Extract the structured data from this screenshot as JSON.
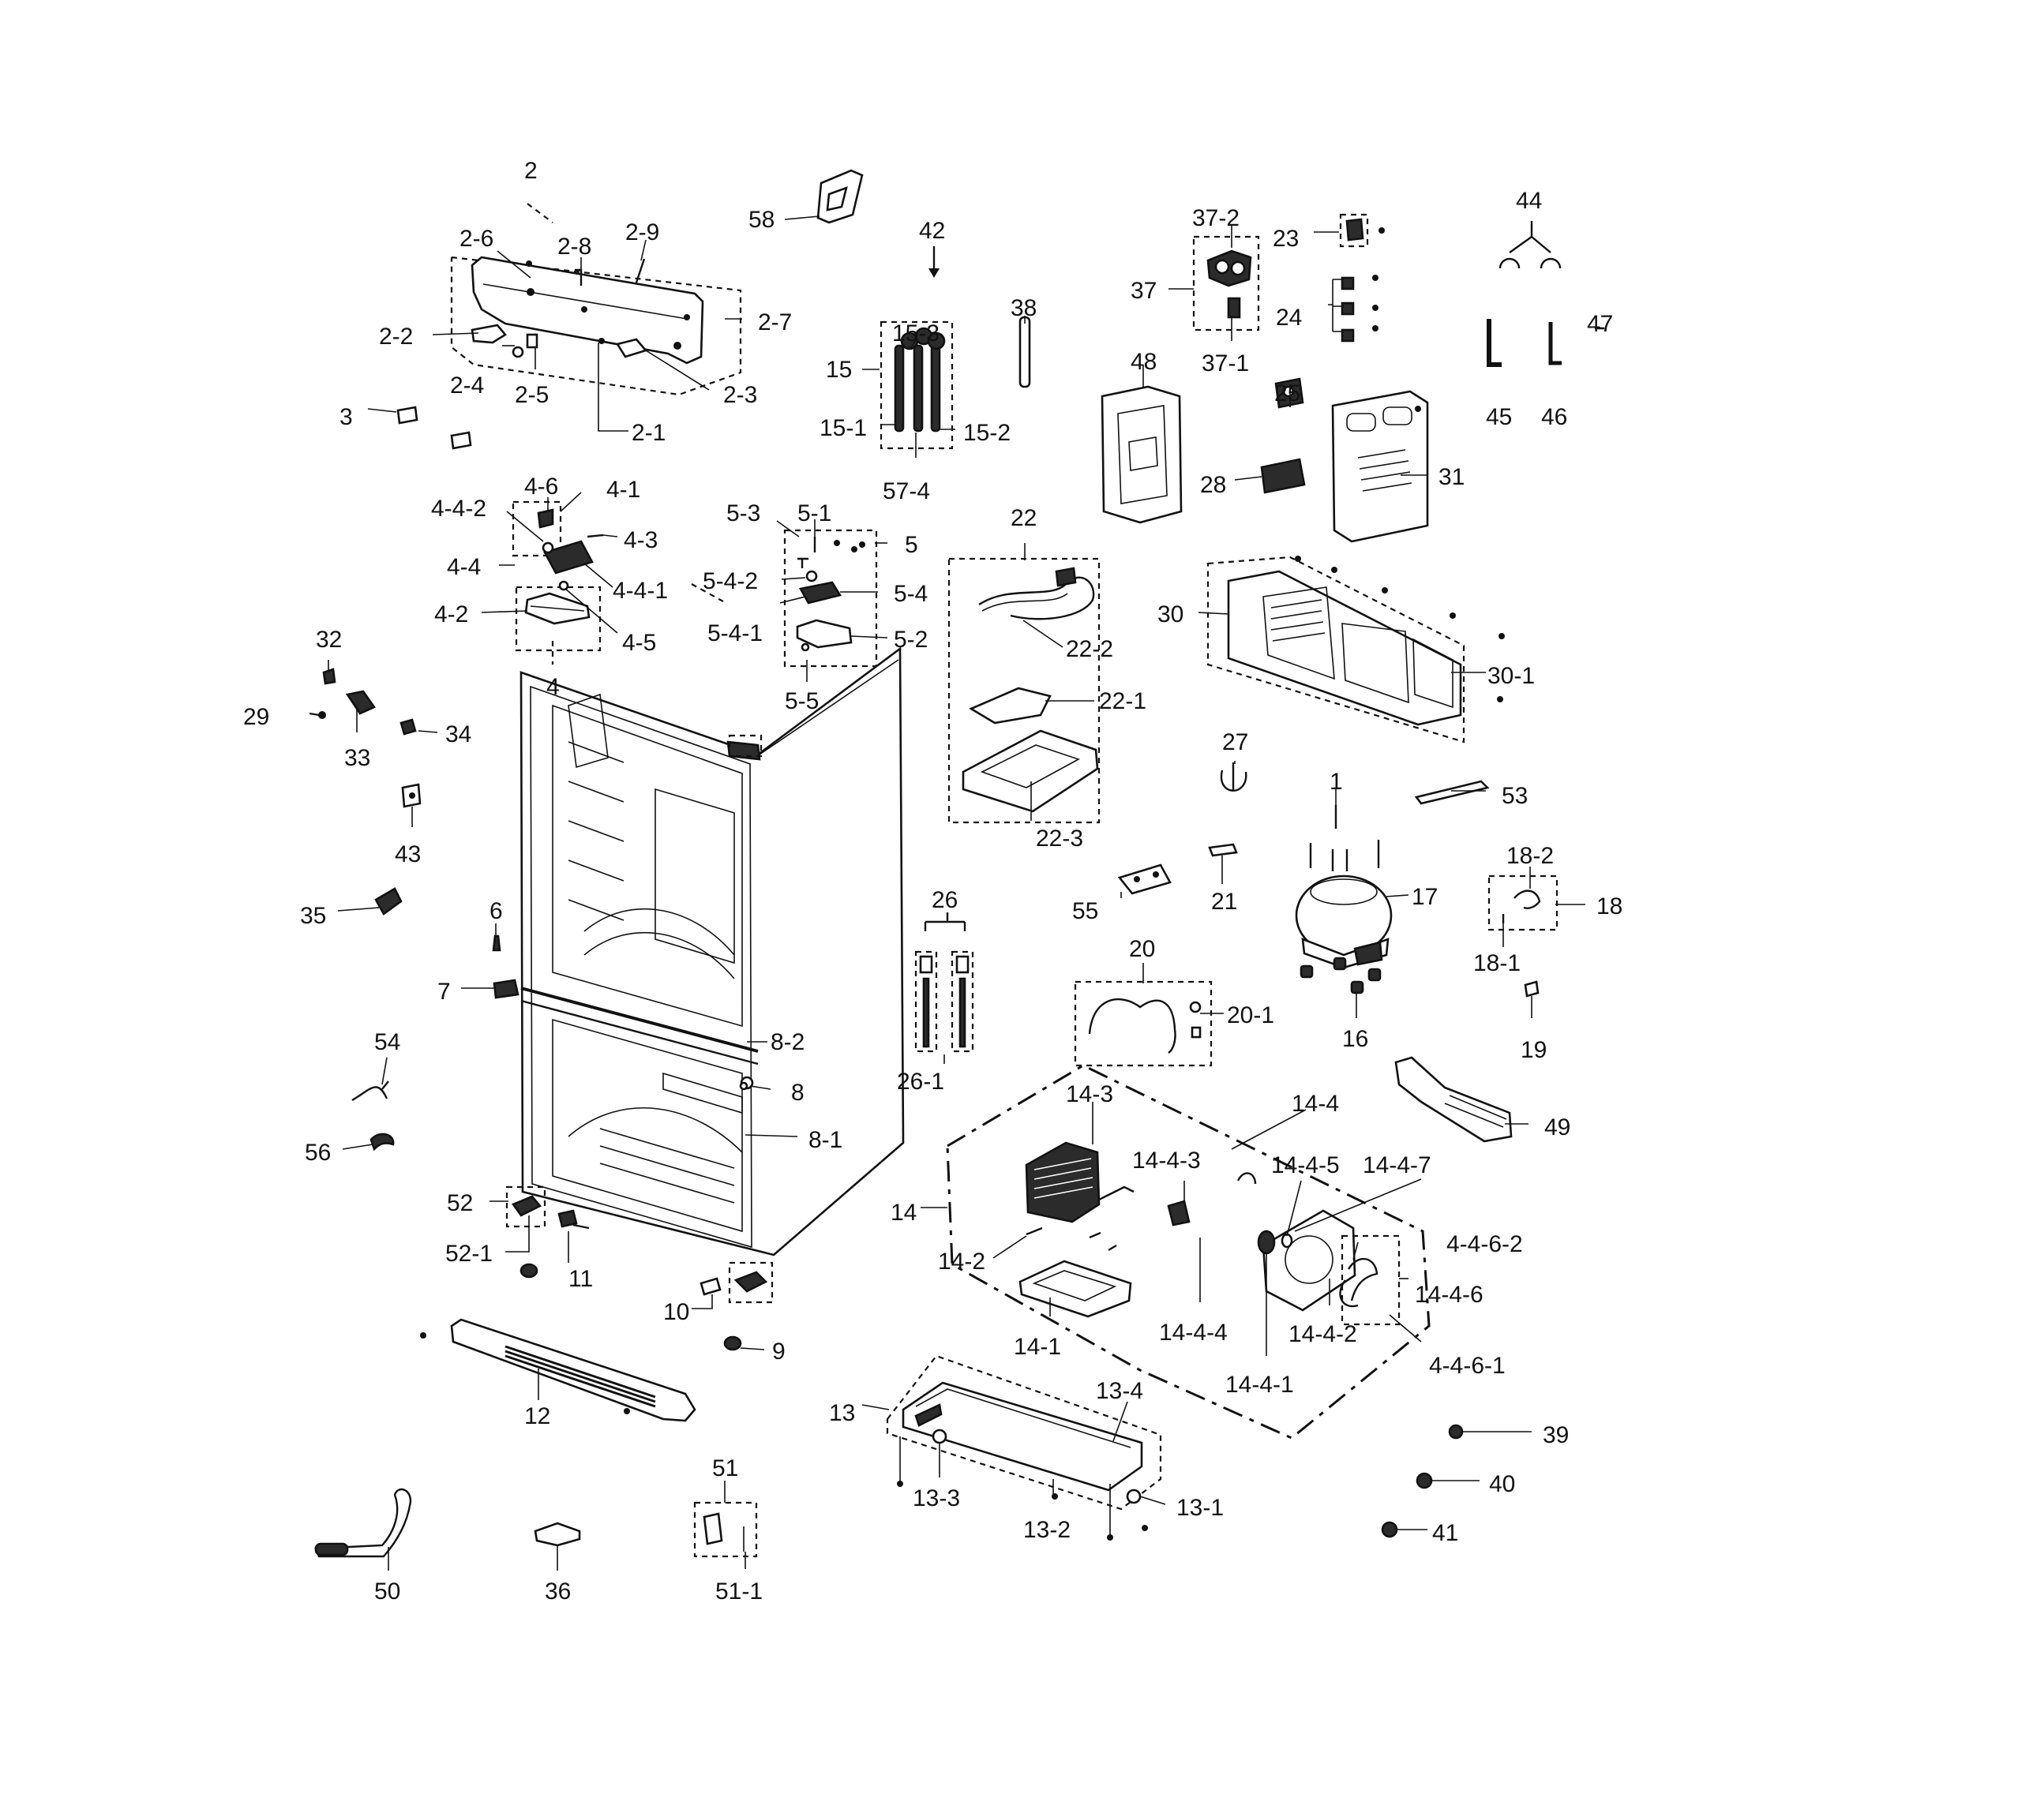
{
  "labels": {
    "l_2": "2",
    "l_2_6": "2-6",
    "l_2_8": "2-8",
    "l_2_9": "2-9",
    "l_2_7": "2-7",
    "l_2_2": "2-2",
    "l_2_4": "2-4",
    "l_2_3": "2-3",
    "l_2_5": "2-5",
    "l_2_1": "2-1",
    "l_3": "3",
    "l_58": "58",
    "l_42": "42",
    "l_38": "38",
    "l_15_3": "15-3",
    "l_15": "15",
    "l_15_1": "15-1",
    "l_15_2": "15-2",
    "l_57_4": "57-4",
    "l_37_2": "37-2",
    "l_37": "37",
    "l_37_1": "37-1",
    "l_23": "23",
    "l_24": "24",
    "l_44": "44",
    "l_47": "47",
    "l_45": "45",
    "l_46": "46",
    "l_48": "48",
    "l_25": "25",
    "l_28": "28",
    "l_31": "31",
    "l_4_6": "4-6",
    "l_4_1": "4-1",
    "l_4_4_2": "4-4-2",
    "l_4_3": "4-3",
    "l_4_4": "4-4",
    "l_4_4_1": "4-4-1",
    "l_4_2": "4-2",
    "l_4_5": "4-5",
    "l_4": "4",
    "l_5_3": "5-3",
    "l_5_1": "5-1",
    "l_5": "5",
    "l_5_4_2": "5-4-2",
    "l_5_4": "5-4",
    "l_5_4_1": "5-4-1",
    "l_5_2": "5-2",
    "l_5_5": "5-5",
    "l_22": "22",
    "l_22_2": "22-2",
    "l_22_1": "22-1",
    "l_22_3": "22-3",
    "l_30": "30",
    "l_30_1": "30-1",
    "l_32": "32",
    "l_29": "29",
    "l_33": "33",
    "l_34": "34",
    "l_43": "43",
    "l_35": "35",
    "l_6": "6",
    "l_7": "7",
    "l_54": "54",
    "l_56": "56",
    "l_8_2": "8-2",
    "l_8": "8",
    "l_8_1": "8-1",
    "l_26": "26",
    "l_26_1": "26-1",
    "l_27": "27",
    "l_1": "1",
    "l_53": "53",
    "l_17": "17",
    "l_18_2": "18-2",
    "l_18": "18",
    "l_18_1": "18-1",
    "l_55": "55",
    "l_21": "21",
    "l_16": "16",
    "l_19": "19",
    "l_20": "20",
    "l_20_1": "20-1",
    "l_49": "49",
    "l_14_3": "14-3",
    "l_14_4": "14-4",
    "l_14_4_3": "14-4-3",
    "l_14_4_5": "14-4-5",
    "l_14_4_7": "14-4-7",
    "l_14": "14",
    "l_14_2": "14-2",
    "l_4_4_6_2": "4-4-6-2",
    "l_14_4_6": "14-4-6",
    "l_14_1": "14-1",
    "l_14_4_4": "14-4-4",
    "l_14_4_2": "14-4-2",
    "l_4_4_6_1": "4-4-6-1",
    "l_14_4_1": "14-4-1",
    "l_52": "52",
    "l_52_1": "52-1",
    "l_11": "11",
    "l_10": "10",
    "l_9": "9",
    "l_12": "12",
    "l_13": "13",
    "l_13_4": "13-4",
    "l_13_3": "13-3",
    "l_13_2": "13-2",
    "l_13_1": "13-1",
    "l_39": "39",
    "l_40": "40",
    "l_41": "41",
    "l_51": "51",
    "l_51_1": "51-1",
    "l_50": "50",
    "l_36": "36"
  }
}
